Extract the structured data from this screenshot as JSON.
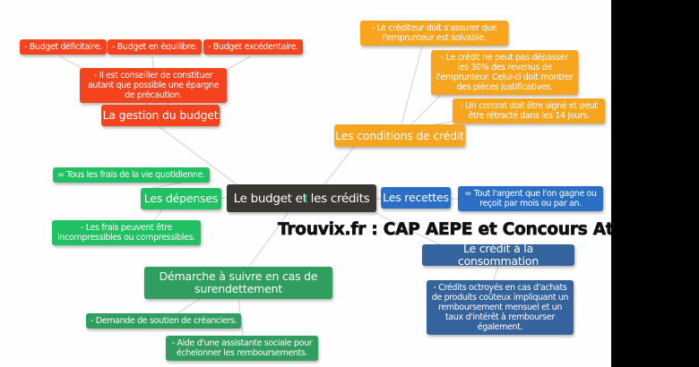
{
  "watermark": "Trouvix.fr : CAP AEPE et Concours Atsem",
  "nodes": {
    "center": {
      "label": "Le budget et les crédits"
    },
    "gestion": {
      "title": "La gestion du budget",
      "deficitaire": "- Budget déficitaire.",
      "equilibre": "- Budget en équilibre.",
      "excedentaire": "- Budget excédentaire.",
      "epargne": "- Il est conseiller de constituer autant que possible une épargne de précaution."
    },
    "conditions": {
      "title": "Les conditions de crédit",
      "crediteur": "- Le créditeur doit s'assurer que l'emprunteur est solvable.",
      "trente_pourcent": "- Le crédit ne peut pas dépasser les 30% des revenus de l'emprunteur. Celui-ci doit montrer des pièces justificatives.",
      "contrat": "- Un contrat doit être signé et peut être rétracté dans les 14 jours."
    },
    "depenses": {
      "title": "Les dépenses",
      "definition": "= Tous les frais de la vie quotidienne.",
      "frais": "- Les frais peuvent être incompressibles ou compressibles."
    },
    "recettes": {
      "title": "Les recettes",
      "definition": "= Tout l'argent que l'on gagne ou reçoit par mois ou par an."
    },
    "surendettement": {
      "title": "Démarche à suivre en cas de surendettement",
      "demande": "- Demande de soutien de créanciers.",
      "aide": "- Aide d'une assistante sociale pour échelonner les remboursements."
    },
    "credit_conso": {
      "title": "Le crédit à la consommation",
      "credits": "- Crédits octroyés en cas d'achats de produits coûteux impliquant un remboursement mensuel et un taux d'intérêt à rembourser également."
    }
  },
  "colors": {
    "red": "#f5431d",
    "orange": "#f7a41f",
    "green_bright": "#21c063",
    "green_dark": "#2f9e5e",
    "blue": "#2b6fc4",
    "blue_steel": "#35639e",
    "center_bg": "#3a3733",
    "connector_line": "#d8d8d8",
    "watermark_text": "#111111",
    "black_bar": "#000000",
    "node_text": "#ffffff"
  }
}
